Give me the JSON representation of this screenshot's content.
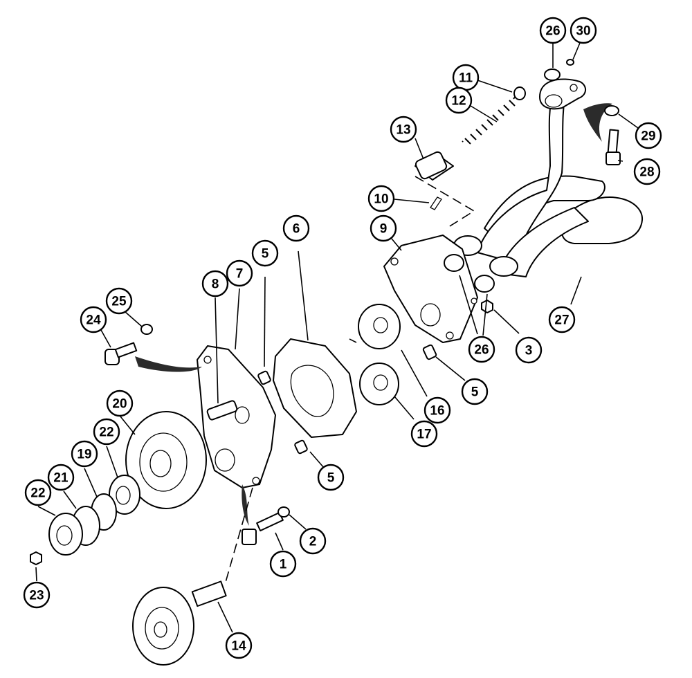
{
  "diagram": {
    "callouts": [
      {
        "id": "c1",
        "label": "1"
      },
      {
        "id": "c2",
        "label": "2"
      },
      {
        "id": "c3",
        "label": "3"
      },
      {
        "id": "c5a",
        "label": "5"
      },
      {
        "id": "c5b",
        "label": "5"
      },
      {
        "id": "c5c",
        "label": "5"
      },
      {
        "id": "c6",
        "label": "6"
      },
      {
        "id": "c7",
        "label": "7"
      },
      {
        "id": "c8",
        "label": "8"
      },
      {
        "id": "c9",
        "label": "9"
      },
      {
        "id": "c10",
        "label": "10"
      },
      {
        "id": "c11",
        "label": "11"
      },
      {
        "id": "c12",
        "label": "12"
      },
      {
        "id": "c13",
        "label": "13"
      },
      {
        "id": "c14",
        "label": "14"
      },
      {
        "id": "c16",
        "label": "16"
      },
      {
        "id": "c17",
        "label": "17"
      },
      {
        "id": "c19",
        "label": "19"
      },
      {
        "id": "c20",
        "label": "20"
      },
      {
        "id": "c21",
        "label": "21"
      },
      {
        "id": "c22a",
        "label": "22"
      },
      {
        "id": "c22b",
        "label": "22"
      },
      {
        "id": "c23",
        "label": "23"
      },
      {
        "id": "c24",
        "label": "24"
      },
      {
        "id": "c25",
        "label": "25"
      },
      {
        "id": "c26a",
        "label": "26"
      },
      {
        "id": "c26b",
        "label": "26"
      },
      {
        "id": "c27",
        "label": "27"
      },
      {
        "id": "c28",
        "label": "28"
      },
      {
        "id": "c29",
        "label": "29"
      },
      {
        "id": "c30",
        "label": "30"
      }
    ]
  }
}
